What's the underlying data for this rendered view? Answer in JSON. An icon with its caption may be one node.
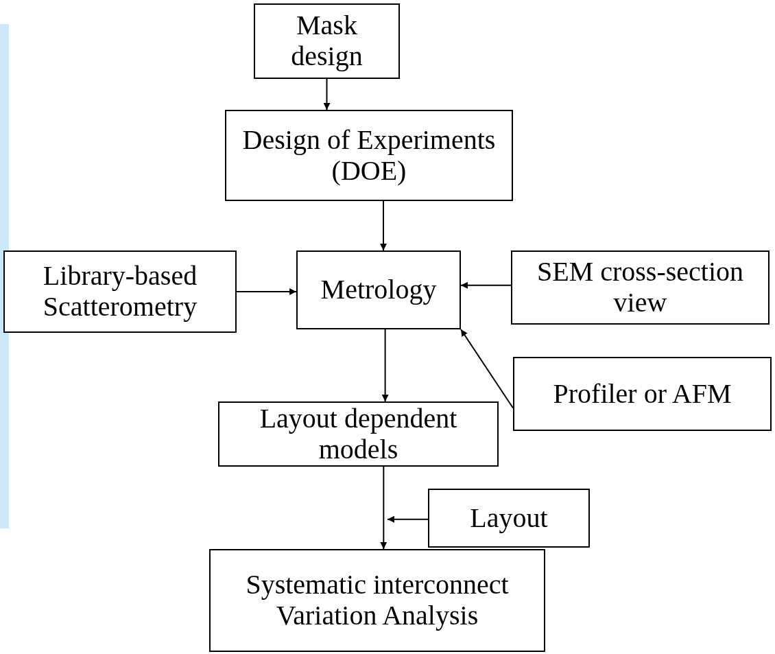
{
  "diagram": {
    "nodes": [
      {
        "text": [
          "Mask design"
        ]
      },
      {
        "text": [
          "Design of Experiments (DOE)"
        ]
      },
      {
        "text": [
          "Library-based Scatterometry"
        ]
      },
      {
        "text": [
          "Metrology"
        ]
      },
      {
        "text": [
          "SEM cross-section view"
        ]
      },
      {
        "text": [
          "Profiler or AFM"
        ]
      },
      {
        "text": [
          "Layout dependent models"
        ]
      },
      {
        "text": [
          "Layout"
        ]
      },
      {
        "text": [
          "Systematic interconnect Variation Analysis"
        ]
      }
    ],
    "edges": [
      {
        "from": 0,
        "to": 1,
        "arrow": "to"
      },
      {
        "from": 1,
        "to": 3,
        "arrow": "to"
      },
      {
        "from": 2,
        "to": 3,
        "arrow": "to"
      },
      {
        "from": 4,
        "to": 3,
        "arrow": "to"
      },
      {
        "from": 5,
        "to": 3,
        "arrow": "to"
      },
      {
        "from": 3,
        "to": 6,
        "arrow": "to"
      },
      {
        "from": 6,
        "to": 8,
        "arrow": "to"
      },
      {
        "from": 7,
        "to": null,
        "arrow": "to"
      }
    ]
  }
}
